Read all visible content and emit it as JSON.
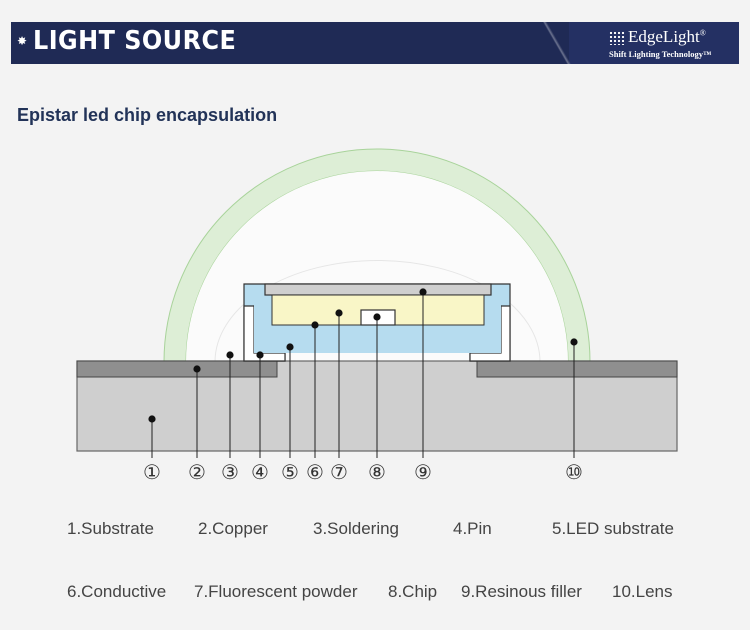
{
  "banner": {
    "title": "LIGHT SOURCE",
    "logo_name": "EdgeLight",
    "logo_reg": "®",
    "logo_tagline": "Shift Lighting Technology™"
  },
  "subtitle": "Epistar led chip encapsulation",
  "callouts": [
    "①",
    "②",
    "③",
    "④",
    "⑤",
    "⑥",
    "⑦",
    "⑧",
    "⑨",
    "⑩"
  ],
  "legend": [
    "1.Substrate",
    "2.Copper",
    "3.Soldering",
    "4.Pin",
    "5.LED substrate",
    "6.Conductive",
    "7.Fluorescent powder",
    "8.Chip",
    "9.Resinous filler",
    "10.Lens"
  ],
  "colors": {
    "banner": "#1f2a55",
    "lens_ring": "#ddeed6",
    "filler": "#b6dcef",
    "powder": "#f9f6c7",
    "substrate": "#cfcfcf",
    "copper": "#8f8f8f"
  }
}
